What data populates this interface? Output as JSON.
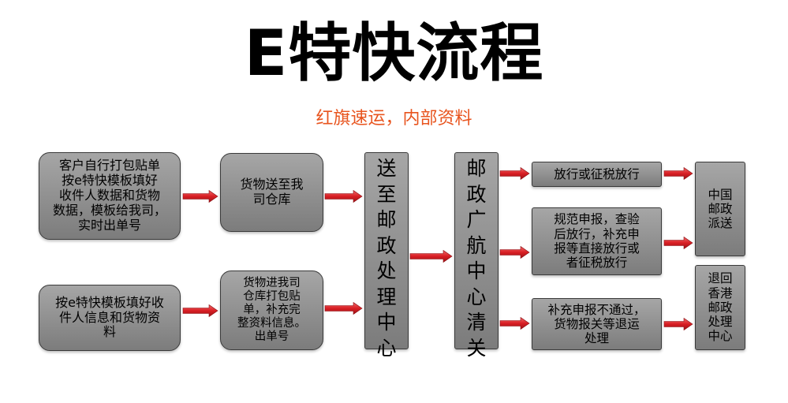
{
  "title": "E特快流程",
  "subtitle": "红旗速运，内部资料",
  "colors": {
    "box_fill": "#8c8c8c",
    "box_border": "#3a3a3a",
    "arrow": "#e0282c",
    "subtitle": "#e8541e"
  },
  "nodes": {
    "pack_label": "客户自行打包贴单\n按e特快模板填好\n收件人数据和货物\n数据，模板给我司，\n实时出单号",
    "deliver_to_warehouse": "货物送至我\n司仓库",
    "fill_template": "按e特快模板填好收\n件人信息和货物资\n料",
    "warehouse_pack": "货物进我司\n仓库打包贴\n单，补充完\n整资料信息。\n出单号",
    "post_center": "送\n至\n邮\n政\n处\n理\n中\n心",
    "customs_center": "邮\n政\n广\n航\n中\n心\n清\n关",
    "release": "放行或征税放行",
    "declare_inspect": "规范申报，查验\n后放行，补充申\n报等直接放行或\n者征税放行",
    "declare_fail": "补充申报不通过，\n货物报关等退运\n处理",
    "china_post": "中国\n邮政\n派送",
    "return_hk": "退回\n香港\n邮政\n处理\n中心"
  }
}
